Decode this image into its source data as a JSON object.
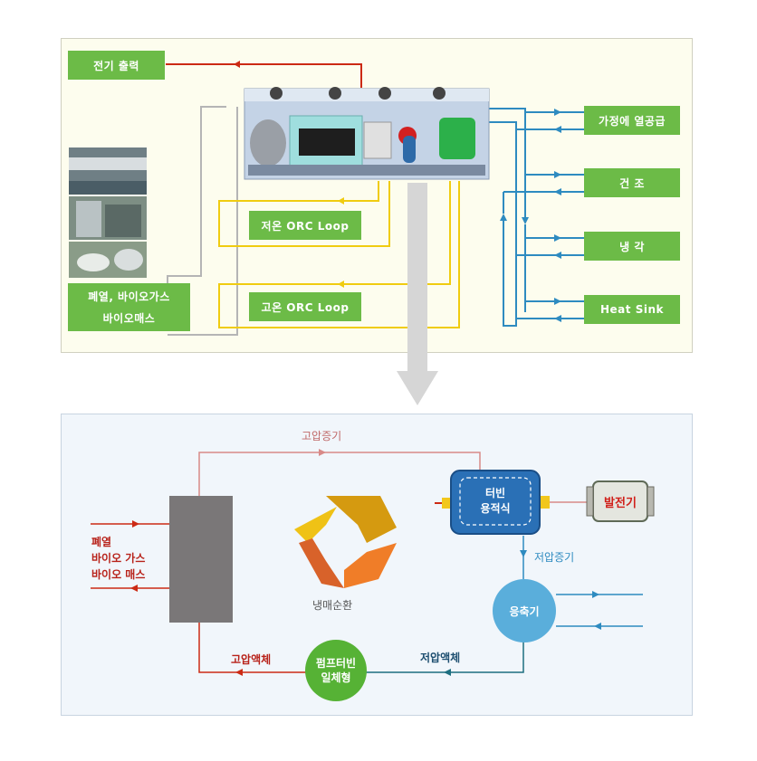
{
  "top": {
    "power_output": "전기 출력",
    "heat_source_line1": "폐열, 바이오가스",
    "heat_source_line2": "바이오매스",
    "low_orc": "저온 ORC Loop",
    "high_orc": "고온 ORC Loop",
    "outputs": [
      "가정에 열공급",
      "건 조",
      "냉 각",
      "Heat Sink"
    ]
  },
  "bottom": {
    "high_pressure_vapor": "고압증기",
    "heat_sources": [
      "폐열",
      "바이오 가스",
      "바이오 매스"
    ],
    "turbine_line1": "터빈",
    "turbine_line2": "용적식",
    "generator": "발전기",
    "low_pressure_vapor": "저압증기",
    "condenser": "응축기",
    "refrigerant_cycle": "냉매순환",
    "high_pressure_liquid": "고압액체",
    "low_pressure_liquid": "저압액체",
    "pump_line1": "펌프터빈",
    "pump_line2": "일체형"
  },
  "colors": {
    "green_box": "#6cbb47",
    "red_line": "#cc2a14",
    "yellow_line": "#f0cc10",
    "blue_line": "#2e8bc0",
    "gray_line": "#b5b5b5",
    "evaporator": "#7a7778",
    "condenser": "#5aaedb",
    "pump": "#56b235"
  }
}
